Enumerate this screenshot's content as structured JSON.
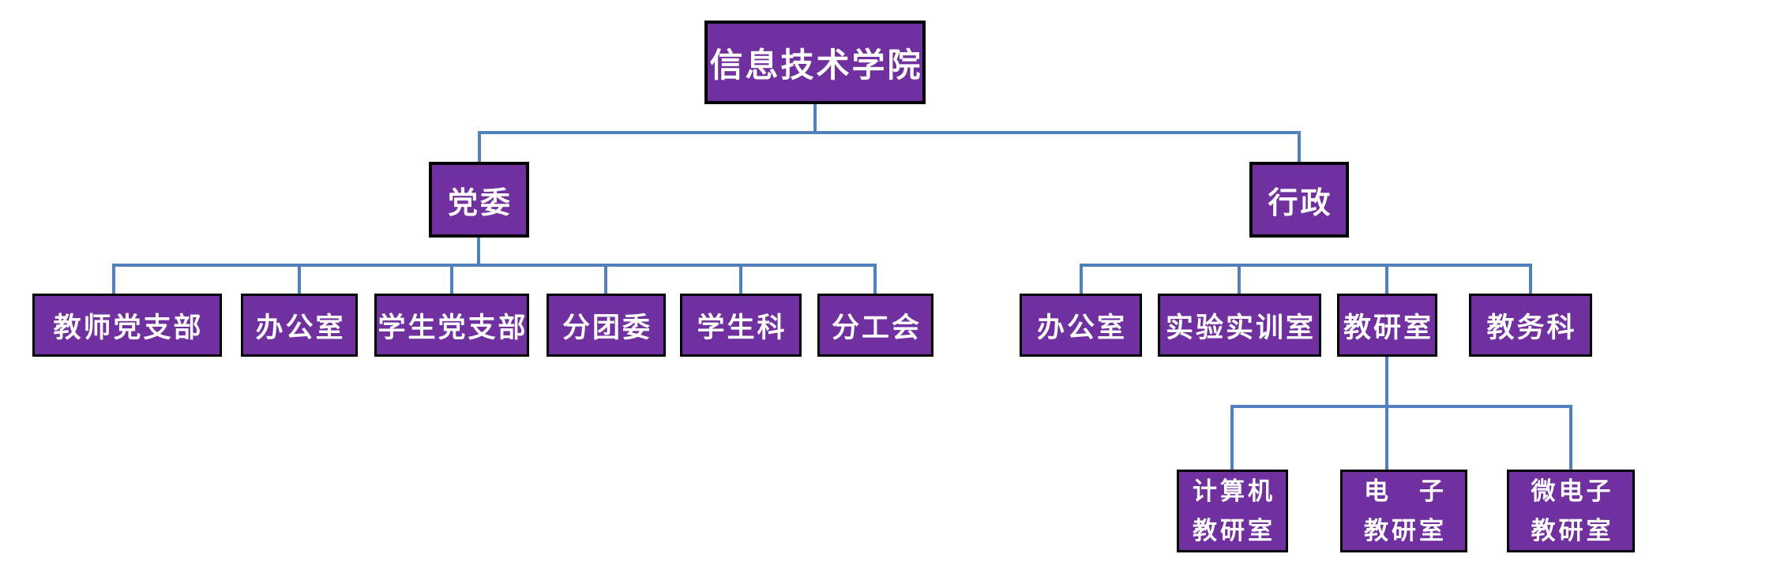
{
  "colors": {
    "node_fill": "#7030A0",
    "node_border": "#000000",
    "connector_blue": "#4F81BD",
    "text": "#FFFFFF",
    "background": "#FFFFFF"
  },
  "org": {
    "root": {
      "label": "信息技术学院"
    },
    "branches": [
      {
        "label": "党委",
        "children": [
          {
            "label": "教师党支部"
          },
          {
            "label": "办公室"
          },
          {
            "label": "学生党支部"
          },
          {
            "label": "分团委"
          },
          {
            "label": "学生科"
          },
          {
            "label": "分工会"
          }
        ]
      },
      {
        "label": "行政",
        "children": [
          {
            "label": "办公室"
          },
          {
            "label": "实验实训室"
          },
          {
            "label": "教研室",
            "children": [
              {
                "line1": "计算机",
                "line2": "教研室"
              },
              {
                "line1": "电　子",
                "line2": "教研室"
              },
              {
                "line1": "微电子",
                "line2": "教研室"
              }
            ]
          },
          {
            "label": "教务科"
          }
        ]
      }
    ]
  }
}
